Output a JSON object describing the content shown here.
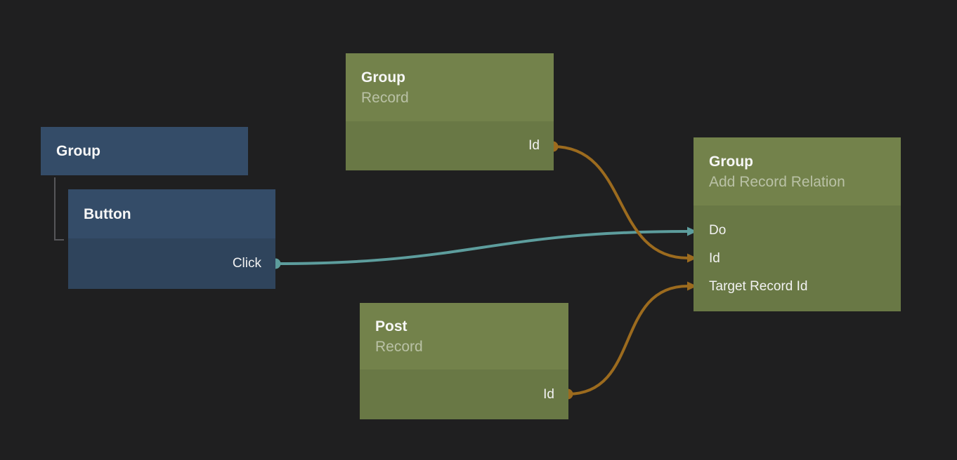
{
  "colors": {
    "background": "#1f1f20",
    "green-header": "#73824b",
    "green-body": "#697845",
    "blue-header": "#344c68",
    "blue-body": "#2f445c",
    "teal": "#5d9d9d",
    "orange": "#9c6b1e",
    "tree-line": "#56565a",
    "title-text": "#f7f7f7",
    "subtitle-text": "rgba(255,255,255,0.5)",
    "port-text": "#f2f2f2"
  },
  "nodes": {
    "group_element": {
      "title": "Group"
    },
    "button_element": {
      "title": "Button",
      "outputs": [
        {
          "label": "Click",
          "color": "teal"
        }
      ]
    },
    "group_record": {
      "title": "Group",
      "subtitle": "Record",
      "outputs": [
        {
          "label": "Id",
          "color": "orange"
        }
      ]
    },
    "post_record": {
      "title": "Post",
      "subtitle": "Record",
      "outputs": [
        {
          "label": "Id",
          "color": "orange"
        }
      ]
    },
    "group_add_record_relation": {
      "title": "Group",
      "subtitle": "Add Record Relation",
      "inputs": [
        {
          "label": "Do",
          "color": "teal"
        },
        {
          "label": "Id",
          "color": "orange"
        },
        {
          "label": "Target Record Id",
          "color": "orange"
        }
      ]
    }
  },
  "connections": [
    {
      "from": "Button.Click",
      "to": "Group (Add Record Relation).Do",
      "color": "teal"
    },
    {
      "from": "Group (Record).Id",
      "to": "Group (Add Record Relation).Id",
      "color": "orange"
    },
    {
      "from": "Post (Record).Id",
      "to": "Group (Add Record Relation).Target Record Id",
      "color": "orange"
    }
  ]
}
